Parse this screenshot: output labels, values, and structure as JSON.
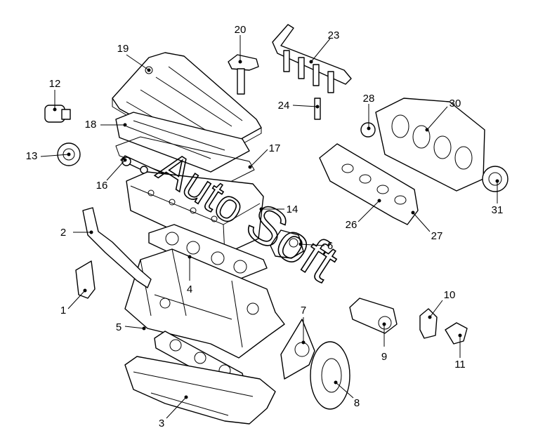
{
  "callouts": [
    "1",
    "2",
    "3",
    "4",
    "5",
    "6",
    "7",
    "8",
    "9",
    "10",
    "11",
    "12",
    "13",
    "14",
    "16",
    "17",
    "18",
    "19",
    "20",
    "23",
    "24",
    "26",
    "27",
    "28",
    "30",
    "31"
  ],
  "watermark": [
    "Auto",
    "Soft"
  ],
  "colors": {
    "line": "#000000",
    "background": "#ffffff"
  }
}
